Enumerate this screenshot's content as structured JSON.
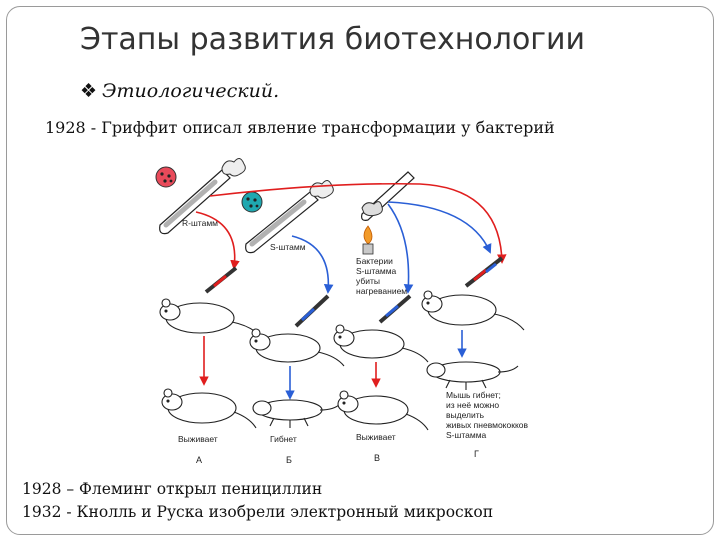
{
  "slide": {
    "title": "Этапы развития биотехнологии",
    "bullet": "Этиологический.",
    "line1": "1928 - Гриффит описал явление трансформации у бактерий",
    "footer1": "1928 – Флеминг открыл пенициллин",
    "footer2": "1932 - Кнолль и Руска изобрели электронный микроскоп"
  },
  "diagram": {
    "tube_r": "R-штамм",
    "tube_s": "S-штамм",
    "heated": [
      "Бактерии",
      "S-штамма",
      "убиты",
      "нагреванием"
    ],
    "dead_note": [
      "Мышь гибнет;",
      "из неё можно",
      "выделить",
      "живых пневмококков",
      "S-штамма"
    ],
    "results": [
      "Выживает",
      "Гибнет",
      "Выживает"
    ],
    "columns": [
      "А",
      "Б",
      "В",
      "Г"
    ],
    "colors": {
      "red": "#e01e1e",
      "blue": "#2a5fd6",
      "pink": "#e94a5a",
      "teal": "#1fa8b0"
    }
  }
}
